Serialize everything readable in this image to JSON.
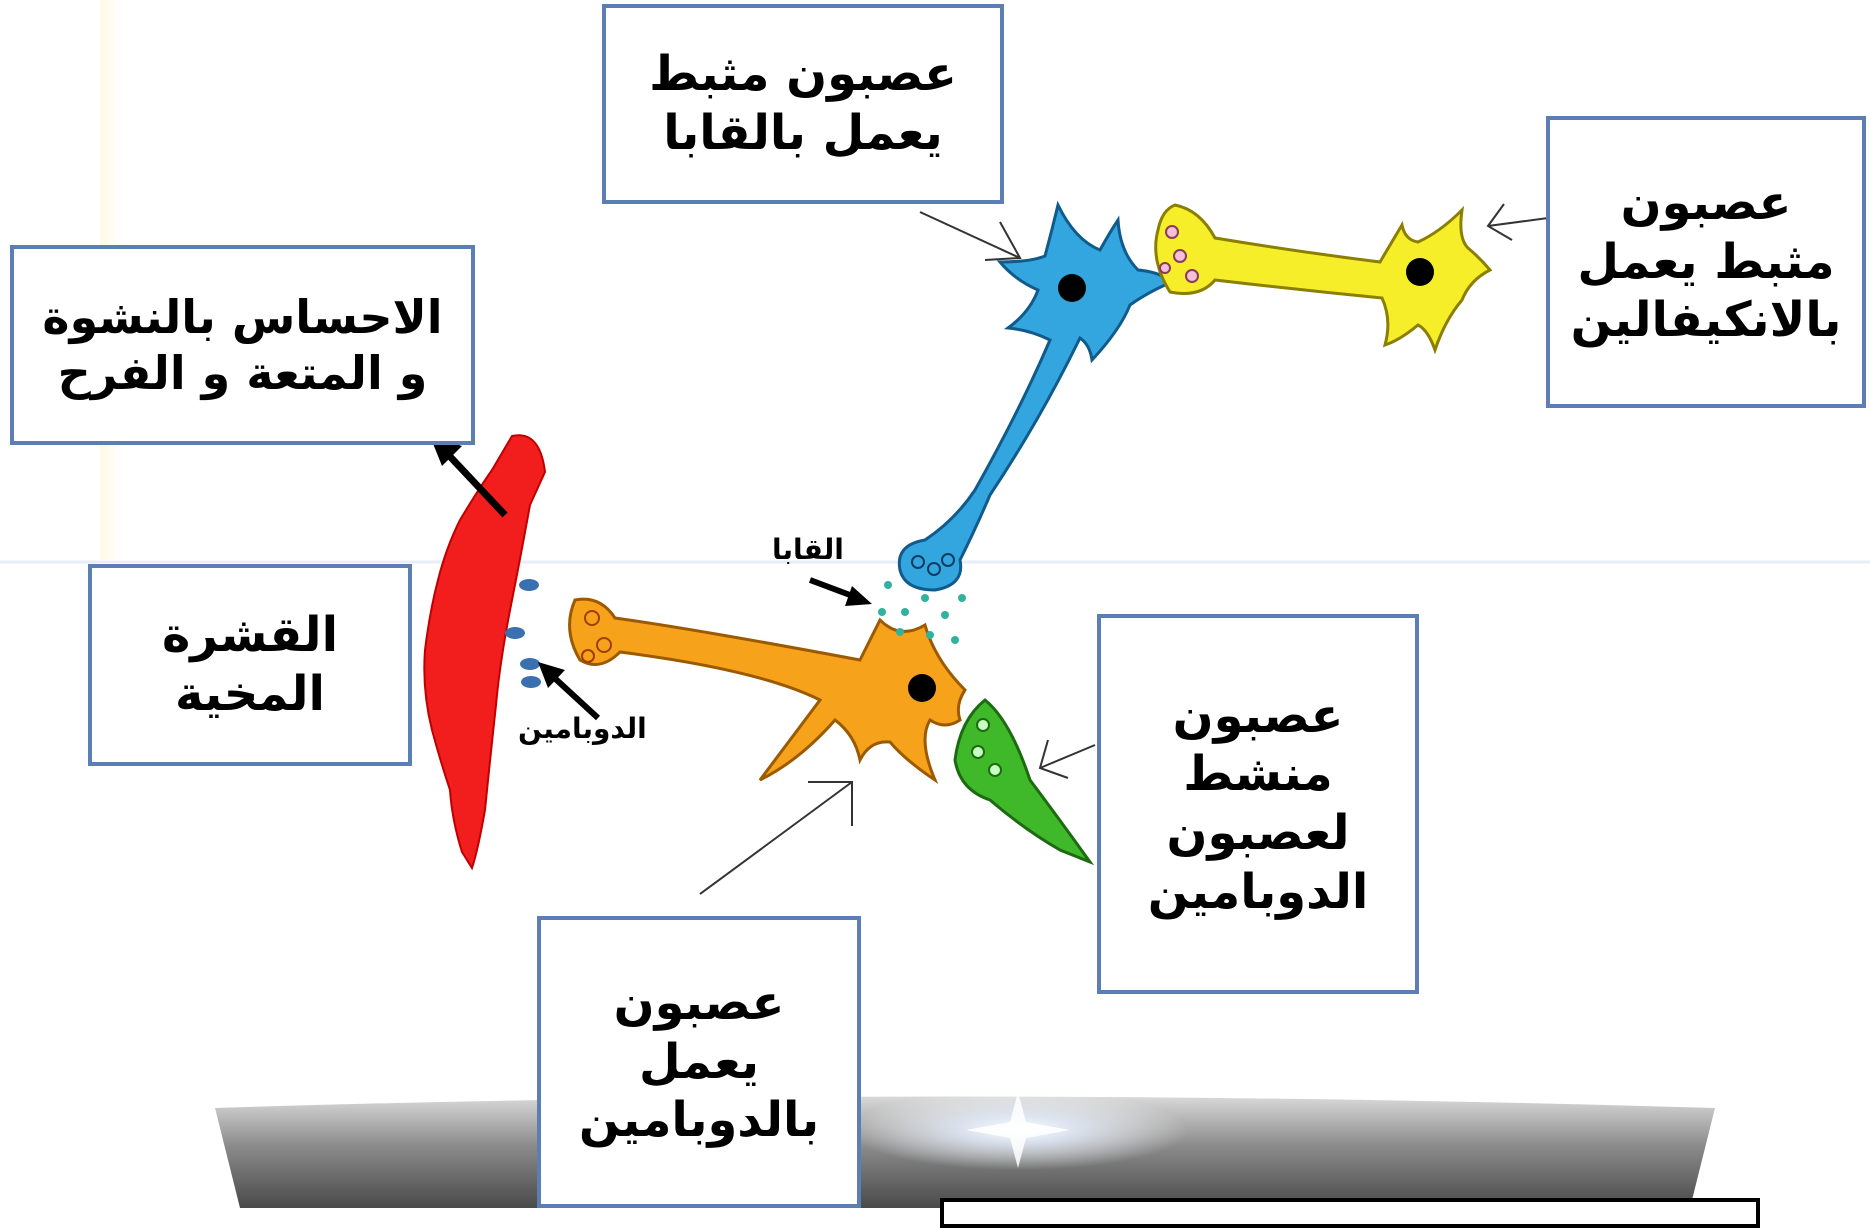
{
  "labels": {
    "gaba_neuron": {
      "line1": "عصبون مثبط",
      "line2": "يعمل بالقابا"
    },
    "enkephalin_neuron": {
      "line1": "عصبون",
      "line2": "مثبط يعمل",
      "line3": "بالانكيفالين"
    },
    "euphoria": {
      "line1": "الاحساس بالنشوة",
      "line2": "و المتعة و الفرح"
    },
    "cortex": {
      "line1": "القشرة",
      "line2": "المخية"
    },
    "activator_neuron": {
      "line1": "عصبون",
      "line2": "منشط",
      "line3": "لعصبون",
      "line4": "الدوبامين"
    },
    "dopamine_neuron": {
      "line1": "عصبون",
      "line2": "يعمل",
      "line3": "بالدوبامين"
    }
  },
  "annotations": {
    "gaba": "القابا",
    "dopamine": "الدوبامين"
  },
  "colors": {
    "box_border": "#5b7fb4",
    "gaba_neuron": "#33a6e0",
    "enkephalin_neuron": "#f7ee2a",
    "dopamine_neuron": "#f7a21b",
    "activator_neuron": "#3fb829",
    "cortex": "#f21d1d",
    "dopamine_vesicle": "#3a6fb0",
    "gaba_dots": "#2fb3a0"
  }
}
